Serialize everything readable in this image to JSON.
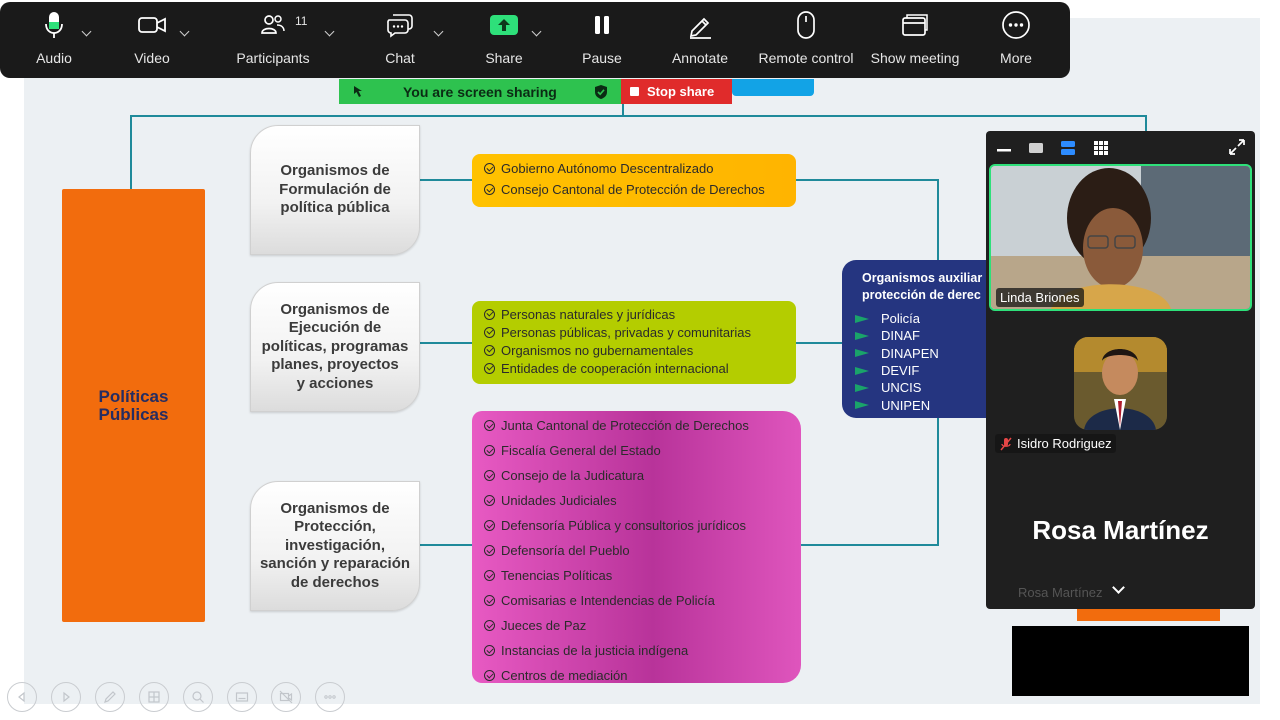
{
  "toolbar": {
    "audio": "Audio",
    "video": "Video",
    "participants": "Participants",
    "participant_count": "11",
    "chat": "Chat",
    "share": "Share",
    "pause": "Pause",
    "annotate": "Annotate",
    "remote_control": "Remote control",
    "show_meeting": "Show meeting",
    "more": "More"
  },
  "share_banner": {
    "text": "You are screen sharing",
    "stop_label": "Stop share"
  },
  "slide": {
    "main_label": "Políticas\nPúblicas",
    "categories": [
      "Organismos de\nFormulación de\npolítica pública",
      "Organismos de\nEjecución de\npolíticas, programas\nplanes, proyectos\ny acciones",
      "Organismos de\nProtección,\ninvestigación,\nsanción y reparación\nde derechos"
    ],
    "yellow_items": [
      "Gobierno Autónomo Descentralizado",
      "Consejo Cantonal de Protección de Derechos"
    ],
    "green_items": [
      "Personas naturales y jurídicas",
      "Personas públicas, privadas y comunitarias",
      "Organismos no gubernamentales",
      "Entidades de cooperación internacional"
    ],
    "pink_items": [
      "Junta Cantonal de Protección de Derechos",
      "Fiscalía General del Estado",
      "Consejo de la Judicatura",
      "Unidades Judiciales",
      "Defensoría Pública y consultorios jurídicos",
      "Defensoría del Pueblo",
      "Tenencias Políticas",
      "Comisarias e Intendencias de Policía",
      "Jueces de Paz",
      "Instancias de la justicia indígena",
      "Centros de mediación"
    ],
    "auxiliary_title": "Organismos auxiliar\nprotección de derec",
    "auxiliary_items": [
      "Policía",
      "DINAF",
      "DINAPEN",
      "DEVIF",
      "UNCIS",
      "UNIPEN"
    ]
  },
  "video_panel": {
    "participant1": "Linda Briones",
    "participant2": "Isidro Rodriguez",
    "participant3_big": "Rosa Martínez",
    "participant3_tag": "Rosa Martínez"
  },
  "colors": {
    "toolbar_bg": "#1a1a1a",
    "share_green": "#2ec24f",
    "stop_red": "#e02b2b",
    "speaker_border": "#2ee07a",
    "orange": "#f26c0d",
    "navy": "#253580"
  }
}
